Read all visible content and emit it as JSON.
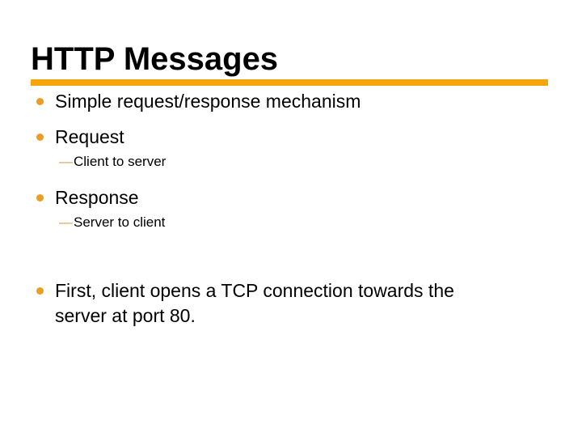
{
  "slide": {
    "title": "HTTP Messages",
    "dash_glyph": "—",
    "bullets": [
      {
        "level": 1,
        "text": "Simple request/response mechanism"
      },
      {
        "level": 1,
        "text": "Request"
      },
      {
        "level": 2,
        "text": "Client to server"
      },
      {
        "level": 1,
        "text": "Response"
      },
      {
        "level": 2,
        "text": "Server to client"
      },
      {
        "level": 1,
        "text": "First, client opens a TCP connection towards the server at port 80.",
        "lines": [
          "First, client opens a TCP connection towards the",
          "server at port 80."
        ]
      }
    ],
    "colors": {
      "accent_bar": "#F5A40A",
      "bullet_dot": "#EE9D20",
      "sub_dash": "#CFA456",
      "text": "#000000",
      "background": "#FFFFFF"
    }
  }
}
